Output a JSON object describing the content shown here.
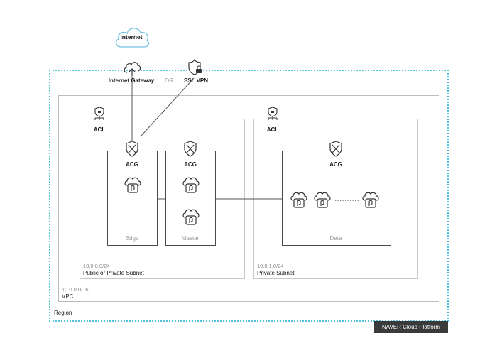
{
  "internet": {
    "label": "Internet"
  },
  "gateway": {
    "label": "Internet Gateway"
  },
  "or_text": "OR",
  "vpn": {
    "label": "SSL VPN"
  },
  "acl_left": "ACL",
  "acl_right": "ACL",
  "acg_edge": "ACG",
  "acg_master": "ACG",
  "acg_data": "ACG",
  "edge": {
    "label": "Edge"
  },
  "master": {
    "label": "Master"
  },
  "data_group": {
    "label": "Data"
  },
  "public_subnet": {
    "cidr": "10.0.0.0/24",
    "label": "Public or Private Subnet"
  },
  "private_subnet": {
    "cidr": "10.0.1.0/24",
    "label": "Private Subnet"
  },
  "vpc": {
    "cidr": "10.0.0.0/16",
    "label": "VPC"
  },
  "region": {
    "label": "Region"
  },
  "brand": "NAVER Cloud Platform"
}
